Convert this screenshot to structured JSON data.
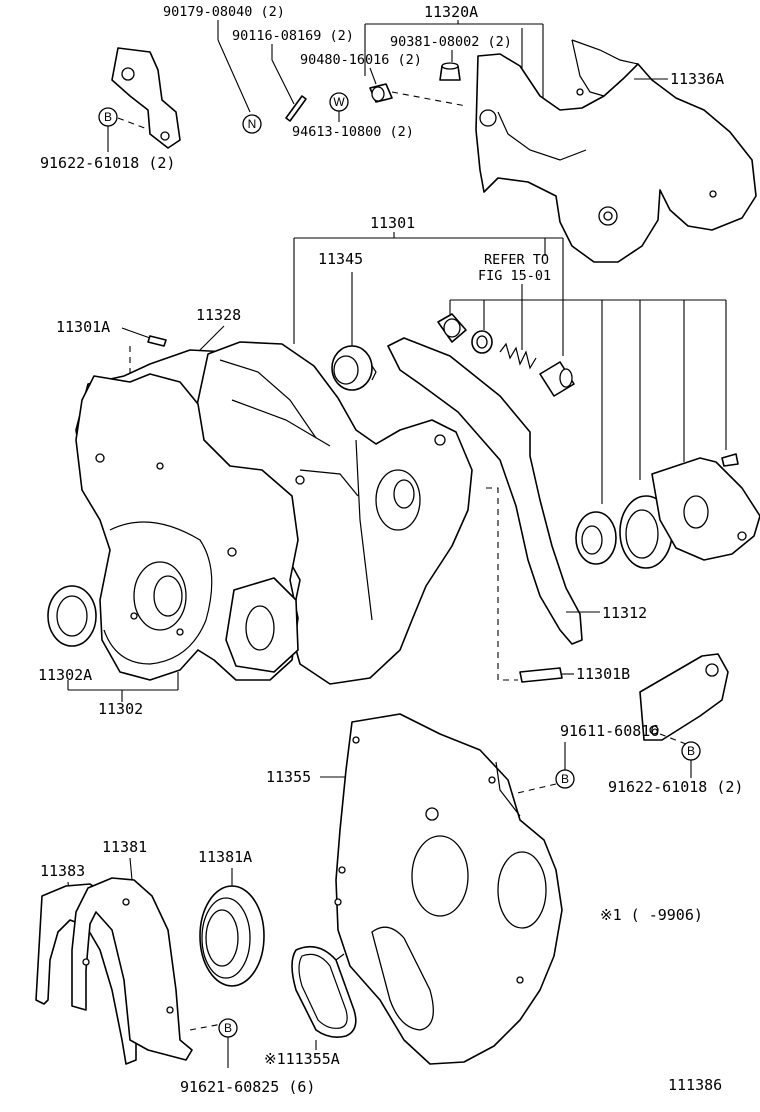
{
  "labels": {
    "p90179": "90179-08040 (2)",
    "p11320A": "11320A",
    "p90116": "90116-08169 (2)",
    "p90381": "90381-08002 (2)",
    "p90480": "90480-16016 (2)",
    "p11336A": "11336A",
    "p94613": "94613-10800 (2)",
    "p91622a": "91622-61018 (2)",
    "p11301": "11301",
    "p11345": "11345",
    "refer1": "REFER TO",
    "refer2": "FIG 15-01",
    "p11301A": "11301A",
    "p11328": "11328",
    "p11312": "11312",
    "p11302A": "11302A",
    "p11302": "11302",
    "p11301B": "11301B",
    "p91611": "91611-60816",
    "p11355": "11355",
    "p91622b": "91622-61018 (2)",
    "p11383": "11383",
    "p11381": "11381",
    "p11381A": "11381A",
    "note1": "※1 (     -9906)",
    "p111355A": "※111355A",
    "p91621": "91621-60825 (6)",
    "figno": "111386"
  },
  "callouts": {
    "N": "N",
    "W": "W",
    "B": "B"
  }
}
